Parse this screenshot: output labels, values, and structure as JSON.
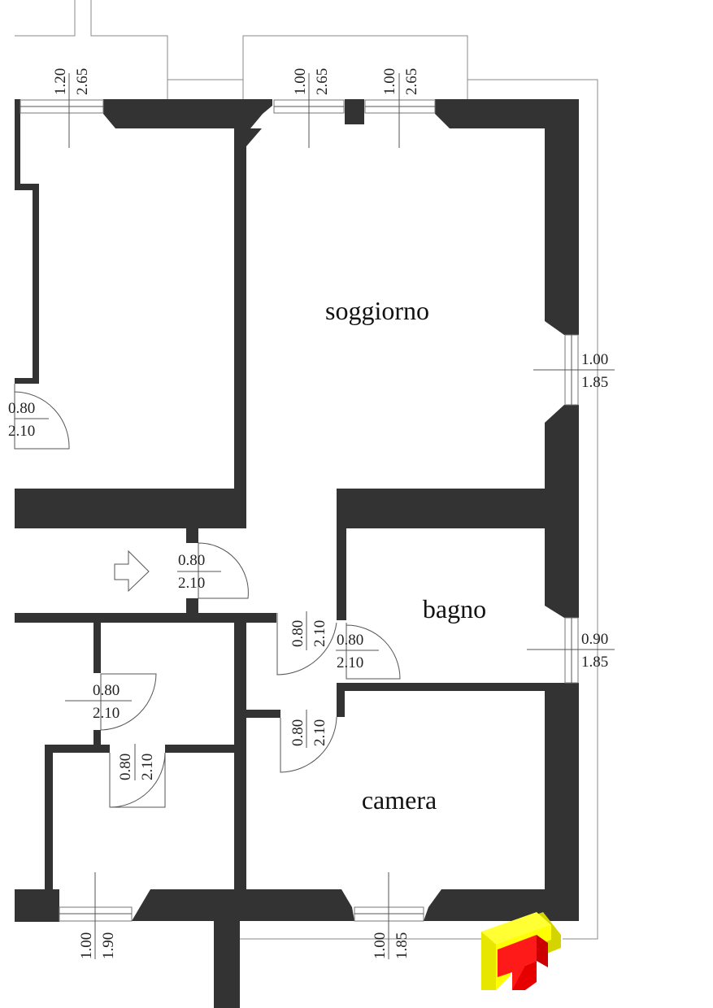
{
  "rooms": {
    "soggiorno": "soggiorno",
    "bagno": "bagno",
    "camera": "camera"
  },
  "windows": [
    {
      "w": "1.20",
      "h": "2.65"
    },
    {
      "w": "1.00",
      "h": "2.65"
    },
    {
      "w": "1.00",
      "h": "2.65"
    },
    {
      "w": "1.00",
      "h": "1.85"
    },
    {
      "w": "0.90",
      "h": "1.85"
    },
    {
      "w": "1.00",
      "h": "1.90"
    },
    {
      "w": "1.00",
      "h": "1.85"
    }
  ],
  "doors": [
    {
      "w": "0.80",
      "h": "2.10"
    },
    {
      "w": "0.80",
      "h": "2.10"
    },
    {
      "w": "0.80",
      "h": "2.10"
    },
    {
      "w": "0.80",
      "h": "2.10"
    },
    {
      "w": "0.80",
      "h": "2.10"
    },
    {
      "w": "0.80",
      "h": "2.10"
    },
    {
      "w": "0.80",
      "h": "2.10"
    }
  ],
  "logo": {
    "name": "company-logo",
    "colors": {
      "yellow": "#ffff00",
      "red": "#ff0000"
    }
  },
  "colors": {
    "wall": "#333333",
    "background": "#ffffff"
  }
}
